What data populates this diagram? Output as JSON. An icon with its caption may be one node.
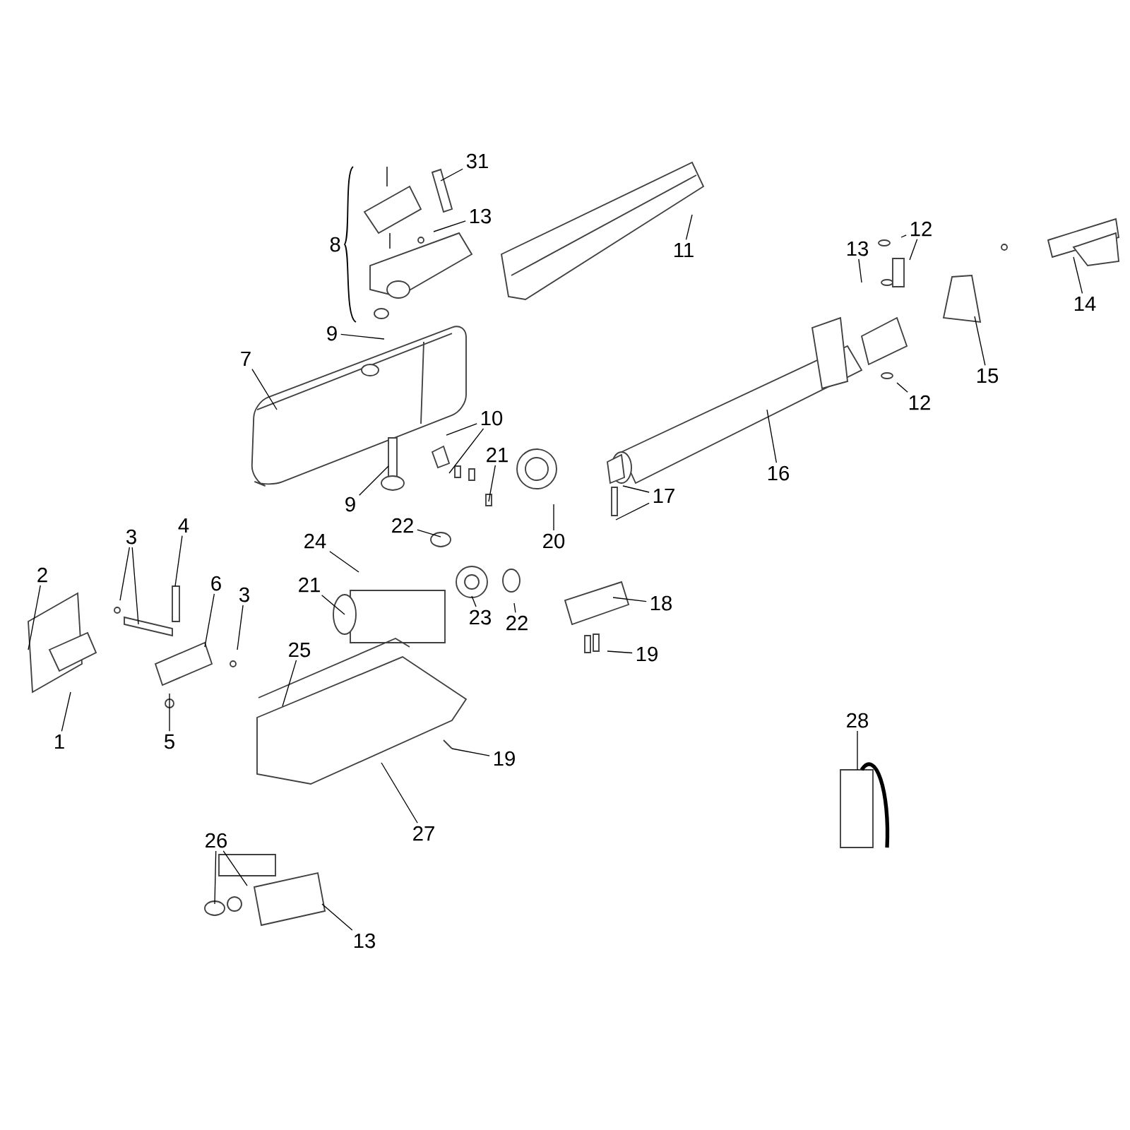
{
  "diagram": {
    "nodes": [
      {
        "text": [
          "31"
        ]
      },
      {
        "text": [
          "13"
        ]
      },
      {
        "text": [
          "13"
        ]
      },
      {
        "text": [
          "11"
        ]
      },
      {
        "text": [
          "12"
        ]
      },
      {
        "text": [
          "9"
        ]
      },
      {
        "text": [
          "14"
        ]
      },
      {
        "text": [
          "7"
        ]
      },
      {
        "text": [
          "15"
        ]
      },
      {
        "text": [
          "12"
        ]
      },
      {
        "text": [
          "10"
        ]
      },
      {
        "text": [
          "21"
        ]
      },
      {
        "text": [
          "16"
        ]
      },
      {
        "text": [
          "9"
        ]
      },
      {
        "text": [
          "17"
        ]
      },
      {
        "text": [
          "22"
        ]
      },
      {
        "text": [
          "4"
        ]
      },
      {
        "text": [
          "3"
        ]
      },
      {
        "text": [
          "24"
        ]
      },
      {
        "text": [
          "20"
        ]
      },
      {
        "text": [
          "2"
        ]
      },
      {
        "text": [
          "6"
        ]
      },
      {
        "text": [
          "21"
        ]
      },
      {
        "text": [
          "3"
        ]
      },
      {
        "text": [
          "18"
        ]
      },
      {
        "text": [
          "23"
        ]
      },
      {
        "text": [
          "22"
        ]
      },
      {
        "text": [
          "25"
        ]
      },
      {
        "text": [
          "19"
        ]
      },
      {
        "text": [
          "28"
        ]
      },
      {
        "text": [
          "1"
        ]
      },
      {
        "text": [
          "5"
        ]
      },
      {
        "text": [
          "19"
        ]
      },
      {
        "text": [
          "27"
        ]
      },
      {
        "text": [
          "26"
        ]
      },
      {
        "text": [
          "13"
        ]
      }
    ],
    "edges": [
      {
        "from": 0,
        "to": null,
        "arrow": "none"
      },
      {
        "from": 1,
        "to": null,
        "arrow": "none"
      },
      {
        "from": 2,
        "to": null,
        "arrow": "none"
      },
      {
        "from": 3,
        "to": null,
        "arrow": "none"
      },
      {
        "from": 4,
        "to": null,
        "arrow": "none"
      },
      {
        "from": 4,
        "to": null,
        "arrow": "none"
      },
      {
        "from": 5,
        "to": null,
        "arrow": "none"
      },
      {
        "from": 6,
        "to": null,
        "arrow": "none"
      },
      {
        "from": 7,
        "to": null,
        "arrow": "none"
      },
      {
        "from": 8,
        "to": null,
        "arrow": "none"
      },
      {
        "from": 9,
        "to": null,
        "arrow": "none"
      },
      {
        "from": 10,
        "to": null,
        "arrow": "none"
      },
      {
        "from": 10,
        "to": null,
        "arrow": "none"
      },
      {
        "from": 11,
        "to": null,
        "arrow": "none"
      },
      {
        "from": 12,
        "to": null,
        "arrow": "none"
      },
      {
        "from": 13,
        "to": null,
        "arrow": "none"
      },
      {
        "from": 14,
        "to": null,
        "arrow": "none"
      },
      {
        "from": 14,
        "to": null,
        "arrow": "none"
      },
      {
        "from": 15,
        "to": null,
        "arrow": "none"
      },
      {
        "from": 16,
        "to": null,
        "arrow": "none"
      },
      {
        "from": 17,
        "to": null,
        "arrow": "none"
      },
      {
        "from": 17,
        "to": null,
        "arrow": "none"
      },
      {
        "from": 18,
        "to": null,
        "arrow": "none"
      },
      {
        "from": 19,
        "to": null,
        "arrow": "none"
      },
      {
        "from": 20,
        "to": null,
        "arrow": "none"
      },
      {
        "from": 21,
        "to": null,
        "arrow": "none"
      },
      {
        "from": 22,
        "to": null,
        "arrow": "none"
      },
      {
        "from": 23,
        "to": null,
        "arrow": "none"
      },
      {
        "from": 24,
        "to": null,
        "arrow": "none"
      },
      {
        "from": 25,
        "to": null,
        "arrow": "none"
      },
      {
        "from": 26,
        "to": null,
        "arrow": "none"
      },
      {
        "from": 27,
        "to": null,
        "arrow": "none"
      },
      {
        "from": 28,
        "to": null,
        "arrow": "none"
      },
      {
        "from": 29,
        "to": null,
        "arrow": "none"
      },
      {
        "from": 30,
        "to": null,
        "arrow": "none"
      },
      {
        "from": 31,
        "to": null,
        "arrow": "none"
      },
      {
        "from": 32,
        "to": null,
        "arrow": "none"
      },
      {
        "from": 33,
        "to": null,
        "arrow": "none"
      },
      {
        "from": 34,
        "to": null,
        "arrow": "none"
      },
      {
        "from": 34,
        "to": null,
        "arrow": "none"
      },
      {
        "from": 35,
        "to": null,
        "arrow": "none"
      }
    ],
    "labels": [
      "8"
    ]
  }
}
